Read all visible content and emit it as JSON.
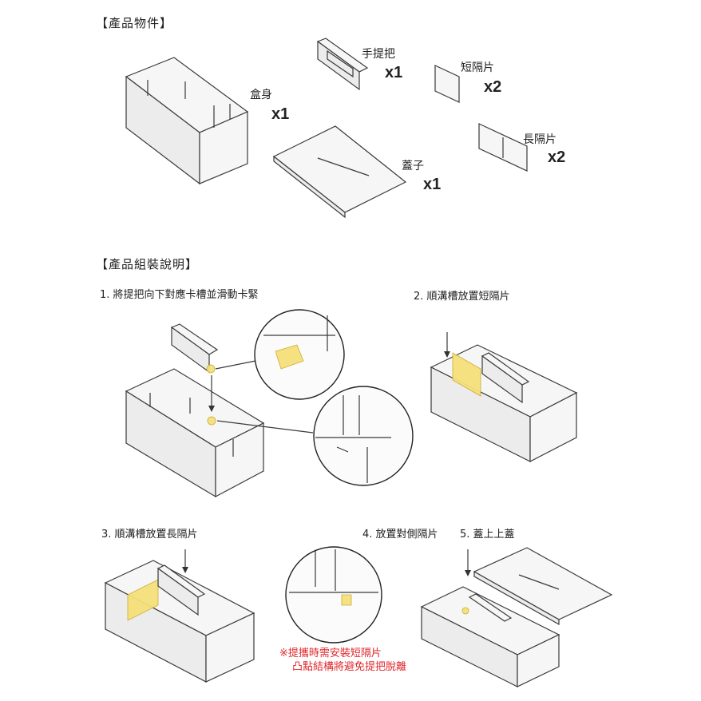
{
  "parts": {
    "heading": "【產品物件】",
    "box_label": "盒身",
    "box_qty": "x1",
    "handle_label": "手提把",
    "handle_qty": "x1",
    "short_label": "短隔片",
    "short_qty": "x2",
    "long_label": "長隔片",
    "long_qty": "x2",
    "lid_label": "蓋子",
    "lid_qty": "x1"
  },
  "assembly": {
    "heading": "【產品組裝說明】",
    "steps": [
      "1. 將提把向下對應卡槽並滑動卡緊",
      "2. 順溝槽放置短隔片",
      "3. 順溝槽放置長隔片",
      "4. 放置對側隔片",
      "5. 蓋上上蓋"
    ],
    "note_line1": "※提攜時需安裝短隔片",
    "note_line2": "凸點結構將避免提把脫離"
  },
  "colors": {
    "highlight": "#f6e07a",
    "note": "#e0262a"
  }
}
